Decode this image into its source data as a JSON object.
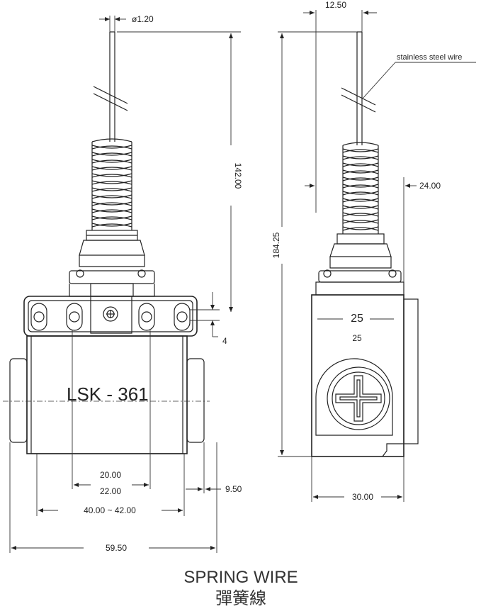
{
  "labels": {
    "wire_diameter": "ø1.20",
    "side_width": "12.50",
    "wire_material": "stainless steel wire",
    "wire_length": "142.00",
    "total_height": "184.25",
    "spring_offset": "24.00",
    "mount_gap": "4",
    "model": "LSK - 361",
    "side_dim_a": "25",
    "side_dim_b": "25",
    "hole_spacing_inner": "20.00",
    "hole_spacing_outer": "22.00",
    "body_width": "40.00 ~ 42.00",
    "boss_width": "9.50",
    "overall_width": "59.50",
    "side_depth": "30.00"
  },
  "caption": {
    "title_en": "SPRING WIRE",
    "title_zh": "彈簧線"
  }
}
